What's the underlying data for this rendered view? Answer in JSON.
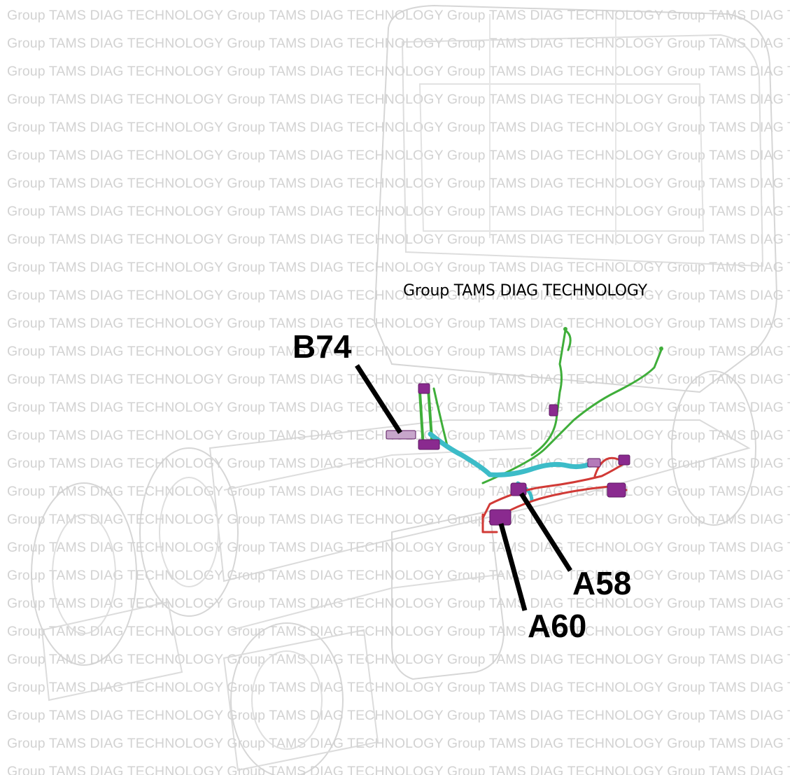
{
  "watermark": {
    "text": "Group TAMS DIAG TECHNOLOGY",
    "color": "#d2d2d2"
  },
  "caption": "Group TAMS DIAG TECHNOLOGY",
  "callouts": {
    "b74": "B74",
    "a58": "A58",
    "a60": "A60"
  },
  "colors": {
    "harness_green": "#3fae3a",
    "harness_cyan": "#3cbcc8",
    "harness_red": "#d13a36",
    "connector_purple": "#8a2a8f",
    "leader_line": "#000000"
  }
}
